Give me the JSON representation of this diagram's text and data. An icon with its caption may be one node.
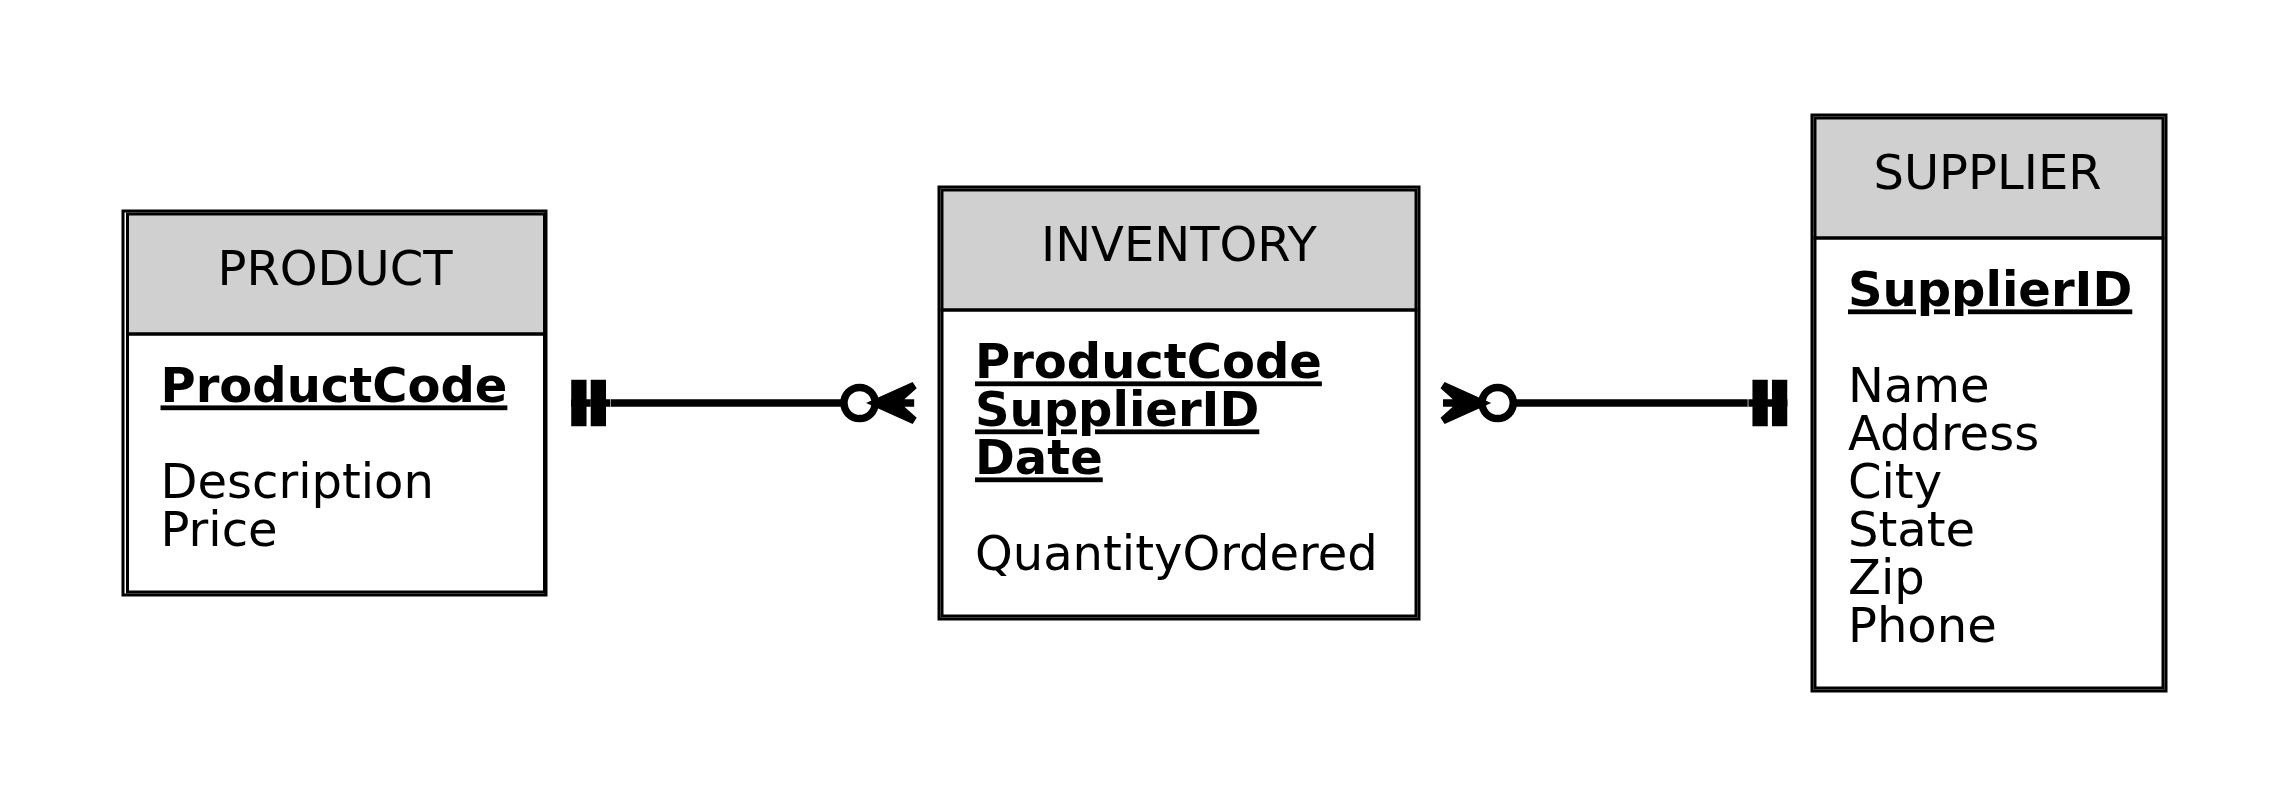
{
  "diagram": {
    "nodes": [
      {
        "text": [
          "PRODUCT",
          "ProductCode",
          "Description Price"
        ]
      },
      {
        "text": [
          "INVENTORY",
          "ProductCode SupplierID Date",
          "QuantityOrdered"
        ]
      },
      {
        "text": [
          "SUPPLIER",
          "SupplierID",
          "Name Address City State Zip Phone"
        ]
      }
    ],
    "edges": [
      {
        "from": 0,
        "to": 1,
        "arrow": "other"
      },
      {
        "from": 1,
        "to": 2,
        "arrow": "other"
      }
    ]
  }
}
